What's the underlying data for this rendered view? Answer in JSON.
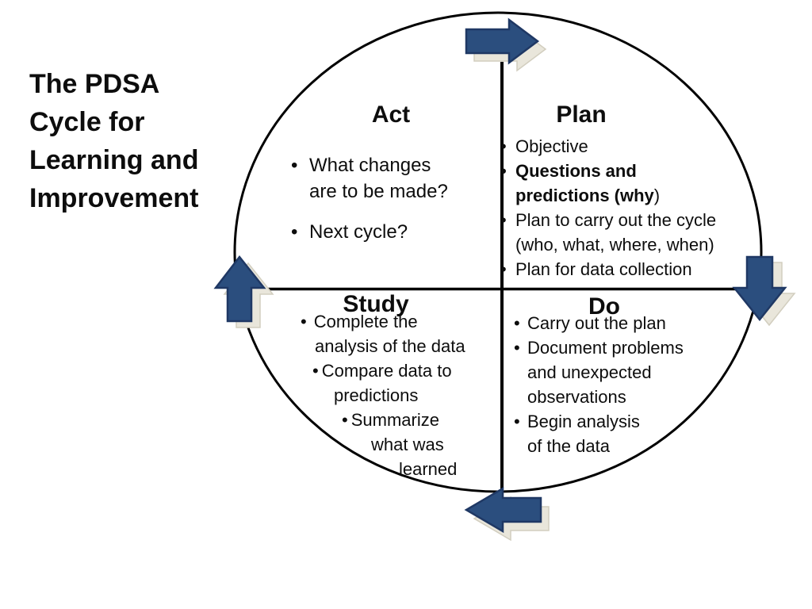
{
  "title": {
    "lines": [
      "The PDSA",
      "Cycle for",
      "Learning and",
      "Improvement"
    ]
  },
  "diagram": {
    "bullet_char": "•",
    "quadrants": {
      "act": {
        "heading": "Act",
        "bullets": [
          {
            "lines": [
              "What changes",
              "are to be made?"
            ]
          },
          {
            "lines": [
              "Next cycle?"
            ]
          }
        ]
      },
      "plan": {
        "heading": "Plan",
        "bullets": [
          {
            "lines": [
              "Objective"
            ],
            "bold": false
          },
          {
            "lines": [
              "Questions and",
              "predictions (why"
            ],
            "suffix": ")",
            "bold": true
          },
          {
            "lines": [
              "Plan to carry out the cycle",
              "(who, what, where, when)"
            ],
            "bold": false
          },
          {
            "lines": [
              "Plan for data collection"
            ],
            "bold": false
          }
        ]
      },
      "study": {
        "heading": "Study",
        "lines": [
          {
            "bullet": "•",
            "text": "Complete the"
          },
          {
            "text": "analysis of the data"
          },
          {
            "bullet": "•",
            "text": "Compare data to"
          },
          {
            "text": "predictions"
          },
          {
            "bullet": "•",
            "text": "Summarize"
          },
          {
            "text": "what was"
          },
          {
            "text": "learned"
          }
        ]
      },
      "do": {
        "heading": "Do",
        "bullets": [
          {
            "lines": [
              "Carry out the plan"
            ]
          },
          {
            "lines": [
              "Document problems",
              "and unexpected",
              "observations"
            ]
          },
          {
            "lines": [
              "Begin analysis",
              "of the data"
            ]
          }
        ]
      }
    },
    "arrows": [
      {
        "position": "top",
        "direction": "right"
      },
      {
        "position": "right",
        "direction": "down"
      },
      {
        "position": "bottom",
        "direction": "left"
      },
      {
        "position": "left",
        "direction": "up"
      }
    ],
    "colors": {
      "arrow_fill": "#2B4E7E",
      "arrow_stroke": "#1F3864",
      "arrow_shadow_fill": "#E9E6DB",
      "arrow_shadow_stroke": "#D2CEBF",
      "line_color": "#000000",
      "text_color": "#0D0D0D"
    }
  }
}
